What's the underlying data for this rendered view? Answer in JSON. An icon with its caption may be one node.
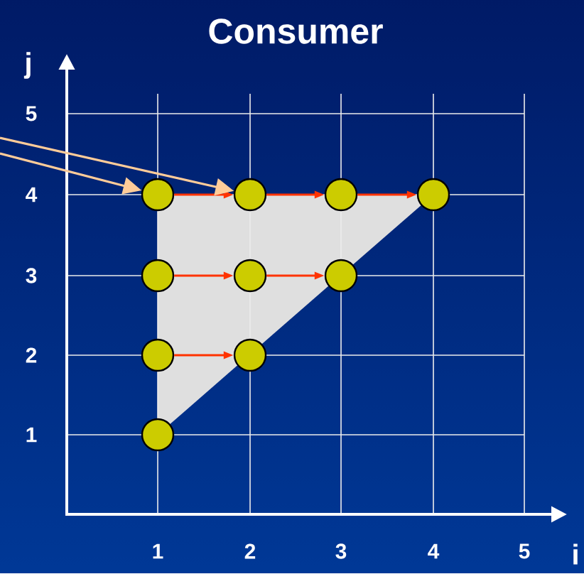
{
  "diagram": {
    "title": "Consumer",
    "nodes": [
      {
        "text": [],
        "shape": "circle"
      },
      {
        "text": [],
        "shape": "circle"
      },
      {
        "text": [],
        "shape": "circle"
      },
      {
        "text": [],
        "shape": "circle"
      },
      {
        "text": [],
        "shape": "circle"
      },
      {
        "text": [],
        "shape": "circle"
      },
      {
        "text": [],
        "shape": "circle"
      },
      {
        "text": [],
        "shape": "circle"
      },
      {
        "text": [],
        "shape": "circle"
      },
      {
        "text": [],
        "shape": "circle"
      }
    ],
    "edges": [
      {
        "from": 0,
        "to": 1,
        "arrow": "to"
      },
      {
        "from": 1,
        "to": 2,
        "arrow": "to"
      },
      {
        "from": 2,
        "to": 3,
        "arrow": "to"
      },
      {
        "from": 4,
        "to": 5,
        "arrow": "to"
      },
      {
        "from": 5,
        "to": 6,
        "arrow": "to"
      },
      {
        "from": 7,
        "to": 8,
        "arrow": "to"
      },
      {
        "from": null,
        "to": 0,
        "arrow": "to",
        "color": "#ffcc99"
      },
      {
        "from": null,
        "to": 1,
        "arrow": "to",
        "color": "#ffcc99"
      }
    ],
    "labels": [
      "j",
      "5",
      "4",
      "3",
      "2",
      "1",
      "1",
      "2",
      "3",
      "4",
      "5",
      "i"
    ]
  }
}
